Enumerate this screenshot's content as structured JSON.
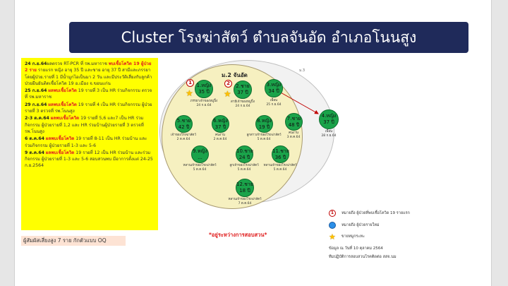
{
  "title": "Cluster โรงฆ่าสัตว์ ตำบลจันอัด อำเภอโนนสูง",
  "timeline": [
    {
      "date": "24 ก.ย.64",
      "text": "ผลตรวจ RT-PCR ที่ รพ.มหาราช ",
      "red": "พบเชื้อโควิด 19 ผู้ป่วย 2 ราย",
      "rest": " รายแรก หญิง อายุ 35 ปี และชาย อายุ 37 ปี สามีและภรรยา โดยผู้ป่วย.รายที่ 1 มีน้ำมูกไอเป็นมา 2 วัน และมีประวัติเสี่ยงกับลูกค้าป่วยยืนยันติดเชื้อโควิด 19 อ.เมือง จ.ขอนแก่น"
    },
    {
      "date": "25 ก.ย.64",
      "text": " ",
      "red": "ผลพบเชื้อโควิด",
      "rest": " 19 รายที่ 3 เป็น HR ร่วมกิจกรรม ตรวจที่ รพ.มหาราช"
    },
    {
      "date": "29 ก.ย.64",
      "text": " ",
      "red": "ผลพบเชื้อโควิด",
      "rest": " 19 รายที่ 4 เป็น HR ร่วมกิจกรรม ผู้ป่วยรายที่ 3 ตรวจที่ รพ.โนนสูง"
    },
    {
      "date": "2-3 ต.ค.64",
      "text": " ",
      "red": "ผลพบเชื้อโควิด",
      "rest": " 19 รายที่ 5,6 และ7 เป็น HR ร่วมกิจกรรม ผู้ป่วยรายที่ 1,2 และ HR ร่วมบ้านผู้ป่วยรายที่ 3 ตรวจที่ รพ.โนนสูง"
    },
    {
      "date": "6 ต.ค.64",
      "text": " ",
      "red": "ผลพบเชื้อโควิด",
      "rest": " 19 รายที่ 8-11 เป็น HR ร่วมบ้าน และร่วมกิจกรรม ผู้ป่วยรายที่ 1-3 และ 5-6"
    },
    {
      "date": "9 ต.ค.64",
      "text": " ",
      "red": "ผลพบเชื้อโควิด",
      "rest": " 19 รายที่ 12 เป็น HR ร่วมบ้าน และร่วมกิจกรรม ผู้ป่วยรายที่ 1-3 และ 5-6 สอบสวนพบ มีอาการตั้งแต่ 24-25 ก.ย.2564"
    }
  ],
  "risk_note": "ผู้สัมผัสเสี่ยงสูง 7 ราย กักตัวแบบ OQ",
  "area_labels": {
    "inner": "ม.2 จันอัด",
    "outer": "ม.3"
  },
  "nodes": [
    {
      "label": "1.หญิง",
      "age": "35 ปี",
      "caption": "ภรรยาเจ้าของหมูปิ้ง",
      "date": "24 ก.ย.64"
    },
    {
      "label": "2.ชาย",
      "age": "37 ปี",
      "caption": "สามีเจ้าของหมูปิ้ง",
      "date": "24 ก.ย.64"
    },
    {
      "label": "3.หญิง",
      "age": "34 ปี",
      "caption": "เพื่อน",
      "date": "25 ก.ย.64"
    },
    {
      "label": "4.หญิง",
      "age": "37 ปี",
      "caption": "เพื่อน",
      "date": "28 ก.ย.64"
    },
    {
      "label": "5.ชาย",
      "age": "42 ปี",
      "caption": "เจ้าของโรงฆ่าสัตว์",
      "date": "2 ต.ค.64"
    },
    {
      "label": "6.หญิง",
      "age": "37 ปี",
      "caption": "คนงาน",
      "date": "2 ต.ค.64"
    },
    {
      "label": "8.หญิง",
      "age": "19 ปี",
      "caption": "ลูกสาวเจ้าของโรงฆ่าสัตว์",
      "date": "5 ต.ค.64"
    },
    {
      "label": "7.ชาย",
      "age": "48 ปี",
      "caption": "คนงาน",
      "date": "3 ต.ค.64"
    },
    {
      "label": "9.หญิง",
      "age": "...",
      "caption": "หลานเจ้าของโรงฆ่าสัตว์",
      "date": "5 ต.ค.64"
    },
    {
      "label": "10.ชาย",
      "age": "24 ปี",
      "caption": "ลูกเจ้าของโรงฆ่าสัตว์",
      "date": "5 ต.ค.64"
    },
    {
      "label": "11.ชาย",
      "age": "36 ปี",
      "caption": "หลานเจ้าของโรงฆ่าสัตว์",
      "date": "5 ต.ค.64"
    },
    {
      "label": "12.ชาย",
      "age": "18 ปี",
      "caption": "หลานเจ้าของโรงฆ่าสัตว์",
      "date": "7 ต.ค.64"
    }
  ],
  "index_numbers": [
    "1",
    "2"
  ],
  "survey_note": "*อยู่ระหว่างการสอบสวน*",
  "legend": {
    "case_marker": "1",
    "case_text": "หมายถึง ผู้ป่วยที่พบเชื้อโควิด 19 รายแรก",
    "new_text": "หมายถึง ผู้ป่วยรายใหม่",
    "star_text": "ขายหมูกระทะ",
    "note1": "ข้อมูล ณ วันที่ 10 ตุลาคม 2564",
    "note2": "ทีมปฏิบัติการสอบสวนโรคติดต่อ สสจ.นม"
  },
  "colors": {
    "title_bg": "#1f2a5a",
    "timeline_bg": "#ffff00",
    "node": "#1aa34a",
    "new_case": "#2b8fe8",
    "star": "#ffc000",
    "red": "#e02020"
  }
}
